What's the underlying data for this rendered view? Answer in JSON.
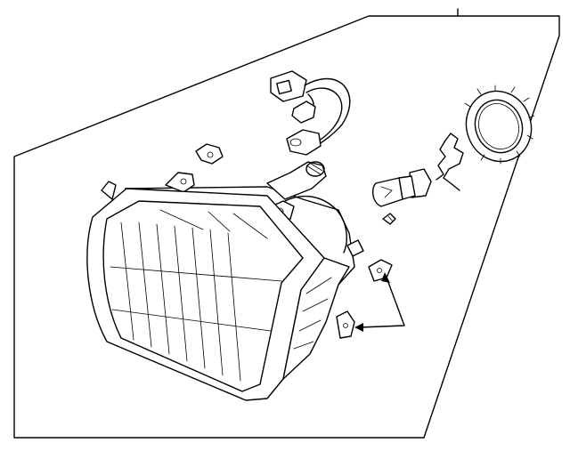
{
  "diagram": {
    "background": "#ffffff",
    "line_color": "#000000",
    "parts": [
      "headlamp-assembly",
      "wiring-harness",
      "retaining-ring",
      "bulb-retaining-spring",
      "headlamp-bulb",
      "side-marker-bulb",
      "mounting-clip",
      "adjuster-bracket",
      "small-clip"
    ]
  }
}
